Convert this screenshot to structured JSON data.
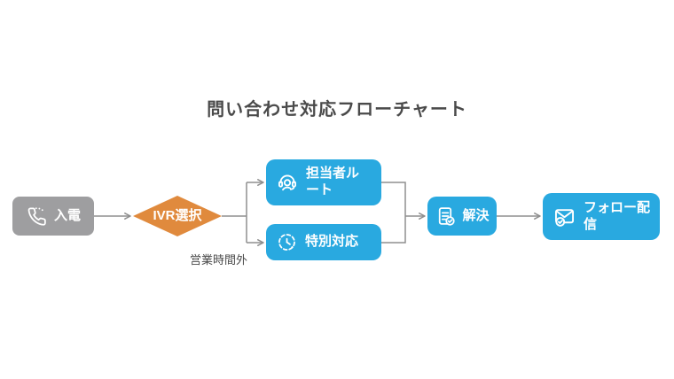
{
  "title": "問い合わせ対応フローチャート",
  "colors": {
    "node_blue": "#29A9E0",
    "node_orange": "#E08A3D",
    "node_gray": "#9E9EA0",
    "text_dark": "#4A4A4A",
    "connector_gray": "#8F8F8F"
  },
  "nodes": {
    "incoming_call": {
      "label": "入電",
      "icon": "phone-incoming-icon"
    },
    "ivr_select": {
      "label": "IVR選択"
    },
    "agent_route": {
      "label": "担当者ルート",
      "icon": "agent-headset-icon"
    },
    "special_support": {
      "label": "特別対応",
      "icon": "clock-dashed-icon"
    },
    "resolve": {
      "label": "解決",
      "icon": "document-check-icon"
    },
    "follow_up": {
      "label": "フォロー配信",
      "icon": "mail-check-icon"
    }
  },
  "annotations": {
    "after_hours_label": "営業時間外"
  }
}
